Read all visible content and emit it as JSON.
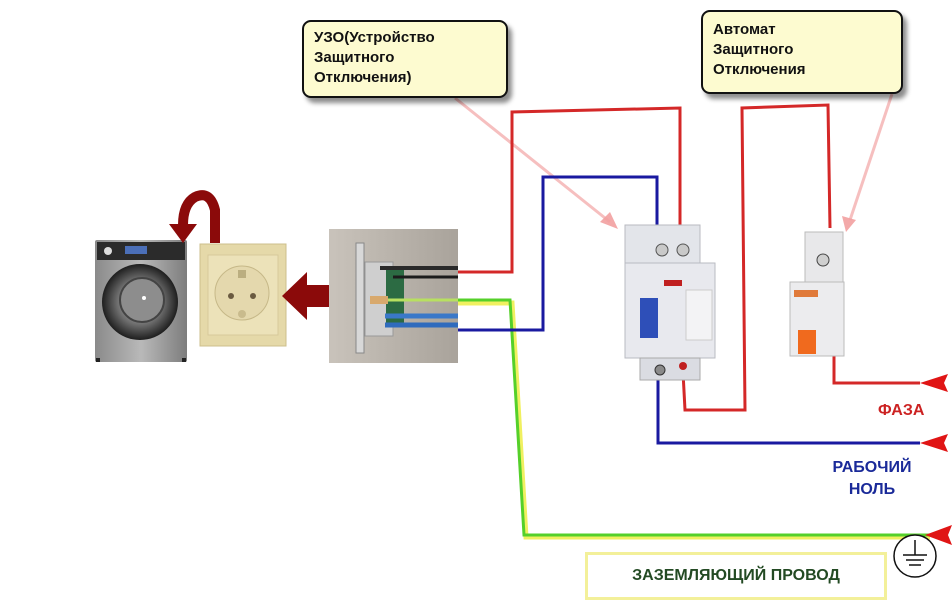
{
  "diagram": {
    "title": "Схема подключения стиральной машины через УЗО и автомат",
    "callouts": {
      "rcd": {
        "lines": [
          "УЗО(Устройство",
          "Защитного",
          "Отключения)"
        ]
      },
      "breaker": {
        "lines": [
          "Автомат",
          "Защитного",
          "Отключения"
        ]
      }
    },
    "labels": {
      "phase": "ФАЗА",
      "neutral_line1": "РАБОЧИЙ",
      "neutral_line2": "НОЛЬ",
      "ground": "ЗАЗЕМЛЯЮЩИЙ ПРОВОД"
    },
    "components": [
      {
        "id": "washing-machine",
        "name": "Стиральная машина"
      },
      {
        "id": "socket",
        "name": "Розетка"
      },
      {
        "id": "socket-back",
        "name": "Розетка (вид сбоку)"
      },
      {
        "id": "rcd",
        "name": "УЗО"
      },
      {
        "id": "breaker",
        "name": "Автомат"
      },
      {
        "id": "ground-symbol",
        "name": "Заземление"
      }
    ],
    "wire_colors": {
      "phase": "#d42828",
      "neutral": "#1a1aa0",
      "ground_green": "#55d02a",
      "ground_yellow": "#f0f060",
      "arrow_dark_red": "#8b0a0a",
      "input_arrow": "#e01515"
    }
  }
}
